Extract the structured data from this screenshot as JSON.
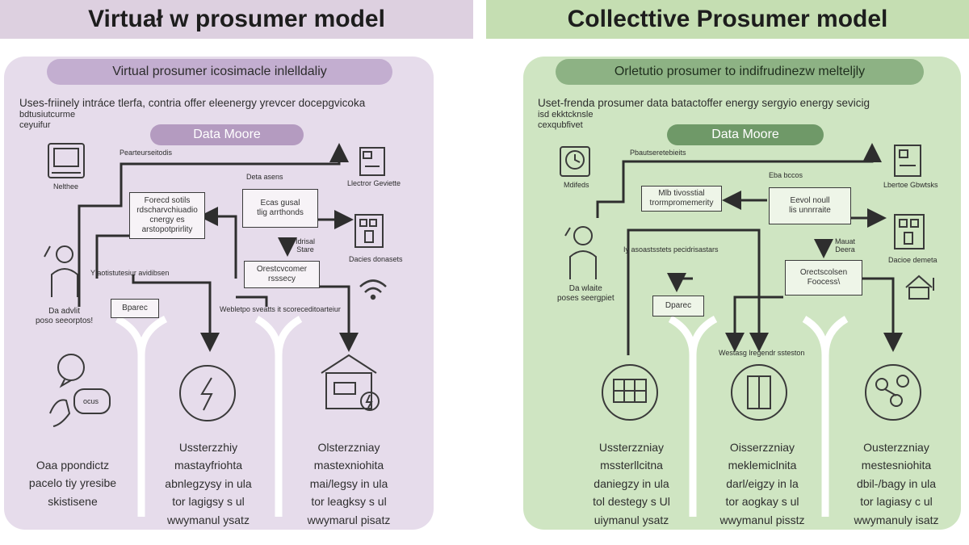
{
  "left": {
    "title": "Virtuał w prosumer model",
    "banner": "Virtual prosumer icosimacle inlelldaliy",
    "description_lines": [
      "Uses-friinely intráce tlerfa, contria offer eleenergy yrevcer docepgvicoka",
      "bdtusiutcurme",
      "ceyuifur"
    ],
    "data_pill": "Data Moore",
    "person_top_label": "Nelthee",
    "top_conn_label": "Pearteurseitodis",
    "hub_label": "Deta asens",
    "box_left": [
      "Forecd sotils",
      "rdscharvchiuadio",
      "cnergy es",
      "arstopotprirlity"
    ],
    "box_top": [
      "Ecas gusal",
      "tlig arrthonds"
    ],
    "right_device_label": "Llectror Geviette",
    "mid_label": [
      "Idrisal",
      "Stare"
    ],
    "box_mid": [
      "Orestcvcomer",
      "rsssecy"
    ],
    "device_right_label": "Dacies donasets",
    "side_label": "Y aotistutesiur avidibsen",
    "person_label": [
      "Da advlit",
      "poso seeorptos!"
    ],
    "small_box": "Bparec",
    "web_label": "Webletpo sveatts it scoreceditoarteiur",
    "bubble": "ocus",
    "cols": [
      [
        "Oaa ppondictz",
        "pacelo tiy yresibe",
        "skistisene"
      ],
      [
        "Ussterzzhiy",
        "mastayfriohta",
        "abnlegzysy in ula",
        "tor lagigsy s ul",
        "wwymanul ysatz"
      ],
      [
        "Olsterzzniay",
        "mastexniohita",
        "mai/legsy in ula",
        "tor leagksy s ul",
        "wwymarul pisatz"
      ]
    ]
  },
  "right": {
    "title": "Collecttive Prosumer model",
    "banner": "Orletutio prosumer to indifrudinezw melteljly",
    "description_lines": [
      "Uset-frenda prosumer data batactoffer energy sergyio energy sevicig",
      "isd ekktcknsle",
      "cexqubfivet"
    ],
    "data_pill": "Data Moore",
    "clock_label": "Mdifeds",
    "top_conn_label": "Pbautseretebieits",
    "hub_label": "Eba bccos",
    "box_left": [
      "Mlb tivosstial",
      "trormpromemerity"
    ],
    "box_top": [
      "Eevol noull",
      "lis unnrraite"
    ],
    "right_device_label": "Lbertoe Gbwtsks",
    "mid_label": [
      "Mauat",
      "Deera"
    ],
    "box_mid": [
      "Orectscolsen",
      "Foocess\\"
    ],
    "device_right_label": "Dacioe demeta",
    "side_label": "Iy asoastsstets pecidrisastars",
    "person_label": [
      "Da wlaite",
      "poses seergpiet"
    ],
    "small_box": "Dparec",
    "web_label": "Westasg lregendr ssteston",
    "cols": [
      [
        "Ussterzzniay",
        "mssterllcitna",
        "daniegzy in ula",
        "tol destegy s Ul",
        "uiymanul ysatz"
      ],
      [
        "Oisserzzniay",
        "meklemiclnita",
        "darl/eigzy in la",
        "tor aogkay s ul",
        "wwymanul pisstz"
      ],
      [
        "Ousterzzniay",
        "mestesniohita",
        "dbil-/bagy in ula",
        "tor lagiasy c ul",
        "wwymanuly isatz"
      ]
    ]
  },
  "colors": {
    "purple_panel": "#e6dceb",
    "purple_banner": "#ddd0e0",
    "purple_pill": "#b49bc0",
    "green_panel": "#cfe5c2",
    "green_banner": "#c5deb2",
    "green_pill": "#6f9968",
    "ink": "#2e2e2e"
  }
}
